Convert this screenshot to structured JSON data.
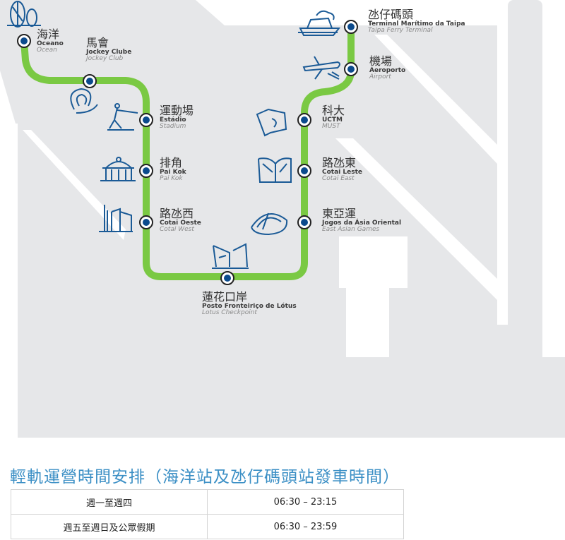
{
  "colors": {
    "line": "#7ac943",
    "station": "#0b4a8c",
    "icon": "#1a5a96",
    "land": "#e6e7e9",
    "title": "#3b8fc5"
  },
  "stations": [
    {
      "zh": "海洋",
      "pt": "Oceano",
      "en": "Ocean",
      "icon": "towers-icon"
    },
    {
      "zh": "馬會",
      "pt": "Jockey Clube",
      "en": "Jockey Club",
      "icon": "horseshoe-icon"
    },
    {
      "zh": "運動場",
      "pt": "Estádio",
      "en": "Stadium",
      "icon": "athlete-icon"
    },
    {
      "zh": "排角",
      "pt": "Pai Kok",
      "en": "Pai Kok",
      "icon": "pavilion-icon"
    },
    {
      "zh": "路氹西",
      "pt": "Cotai Oeste",
      "en": "Cotai West",
      "icon": "buildings-icon"
    },
    {
      "zh": "蓮花口岸",
      "pt": "Posto Fronteiriço de Lótus",
      "en": "Lotus Checkpoint",
      "icon": "checkpoint-icon"
    },
    {
      "zh": "東亞運",
      "pt": "Jogos da Ásia Oriental",
      "en": "East Asian Games",
      "icon": "dome-icon"
    },
    {
      "zh": "路氹東",
      "pt": "Cotai Leste",
      "en": "Cotai East",
      "icon": "book-icon"
    },
    {
      "zh": "科大",
      "pt": "UCTM",
      "en": "MUST",
      "icon": "map-icon"
    },
    {
      "zh": "機場",
      "pt": "Aeroporto",
      "en": "Airport",
      "icon": "airplane-icon"
    },
    {
      "zh": "氹仔碼頭",
      "pt": "Terminal Marítimo da Taipa",
      "en": "Taipa Ferry Terminal",
      "icon": "ferry-icon"
    }
  ],
  "schedule": {
    "title": "輕軌運營時間安排（海洋站及氹仔碼頭站發車時間）",
    "rows": [
      {
        "days": "週一至週四",
        "hours": "06:30 – 23:15"
      },
      {
        "days": "週五至週日及公眾假期",
        "hours": "06:30 – 23:59"
      }
    ]
  }
}
